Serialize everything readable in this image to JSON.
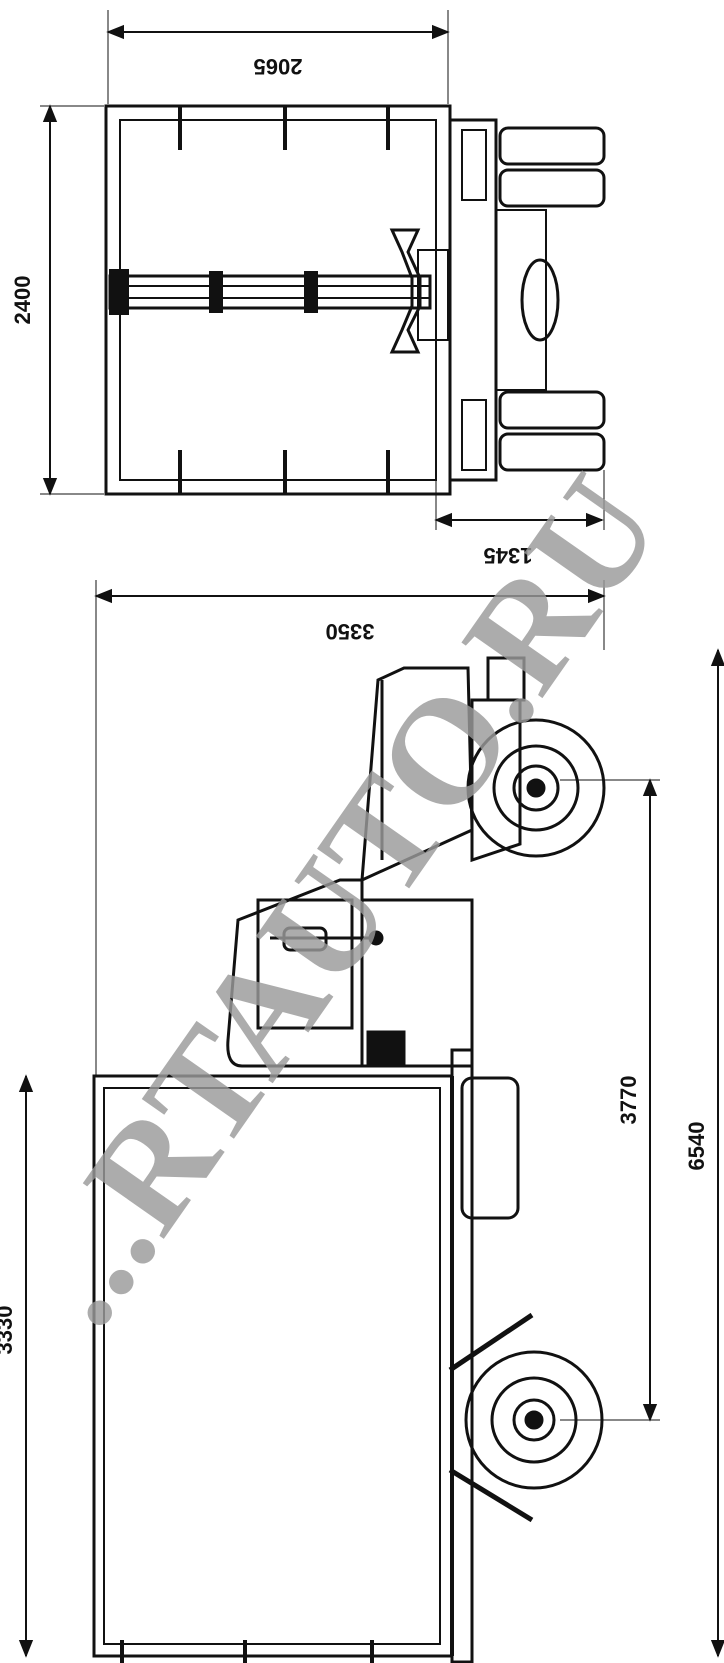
{
  "dimensions": {
    "cargo_width": "2065",
    "overall_height": "2400",
    "track_width": "1345",
    "cab_length": "3350",
    "wheelbase": "3770",
    "overall_length": "6540",
    "body_length_partial": "3330"
  },
  "watermark": "...RTAUTO.RU",
  "colors": {
    "line": "#111111",
    "watermark": "#9a9a9a",
    "background": "#ffffff"
  }
}
